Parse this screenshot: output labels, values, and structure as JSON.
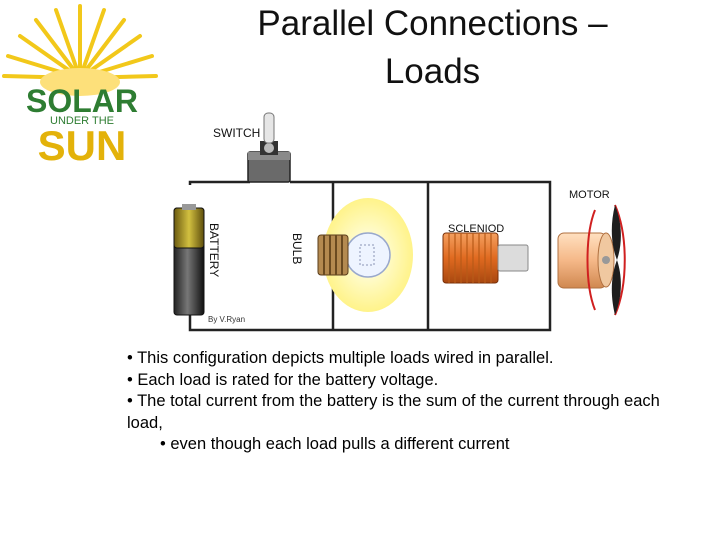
{
  "logo": {
    "line1": "SOLAR",
    "line2": "UNDER THE",
    "line3": "SUN",
    "colors": {
      "green": "#2e7d32",
      "gold": "#e3b20a",
      "rays": "#f2c81a"
    }
  },
  "slide": {
    "title_line1": "Parallel Connections –",
    "title_line2": "Loads"
  },
  "diagram": {
    "labels": {
      "switch": "SWITCH",
      "battery": "BATTERY",
      "bulb": "BULB",
      "solenoid": "SCLENIOD",
      "motor": "MOTOR",
      "credit": "By V.Ryan"
    }
  },
  "bullets": {
    "b1": "• This configuration depicts multiple loads wired in parallel.",
    "b2": "• Each load is rated for the battery voltage.",
    "b3": "• The total current from the battery is the sum of the current through each load,",
    "b4": "• even though each load pulls a different current"
  }
}
